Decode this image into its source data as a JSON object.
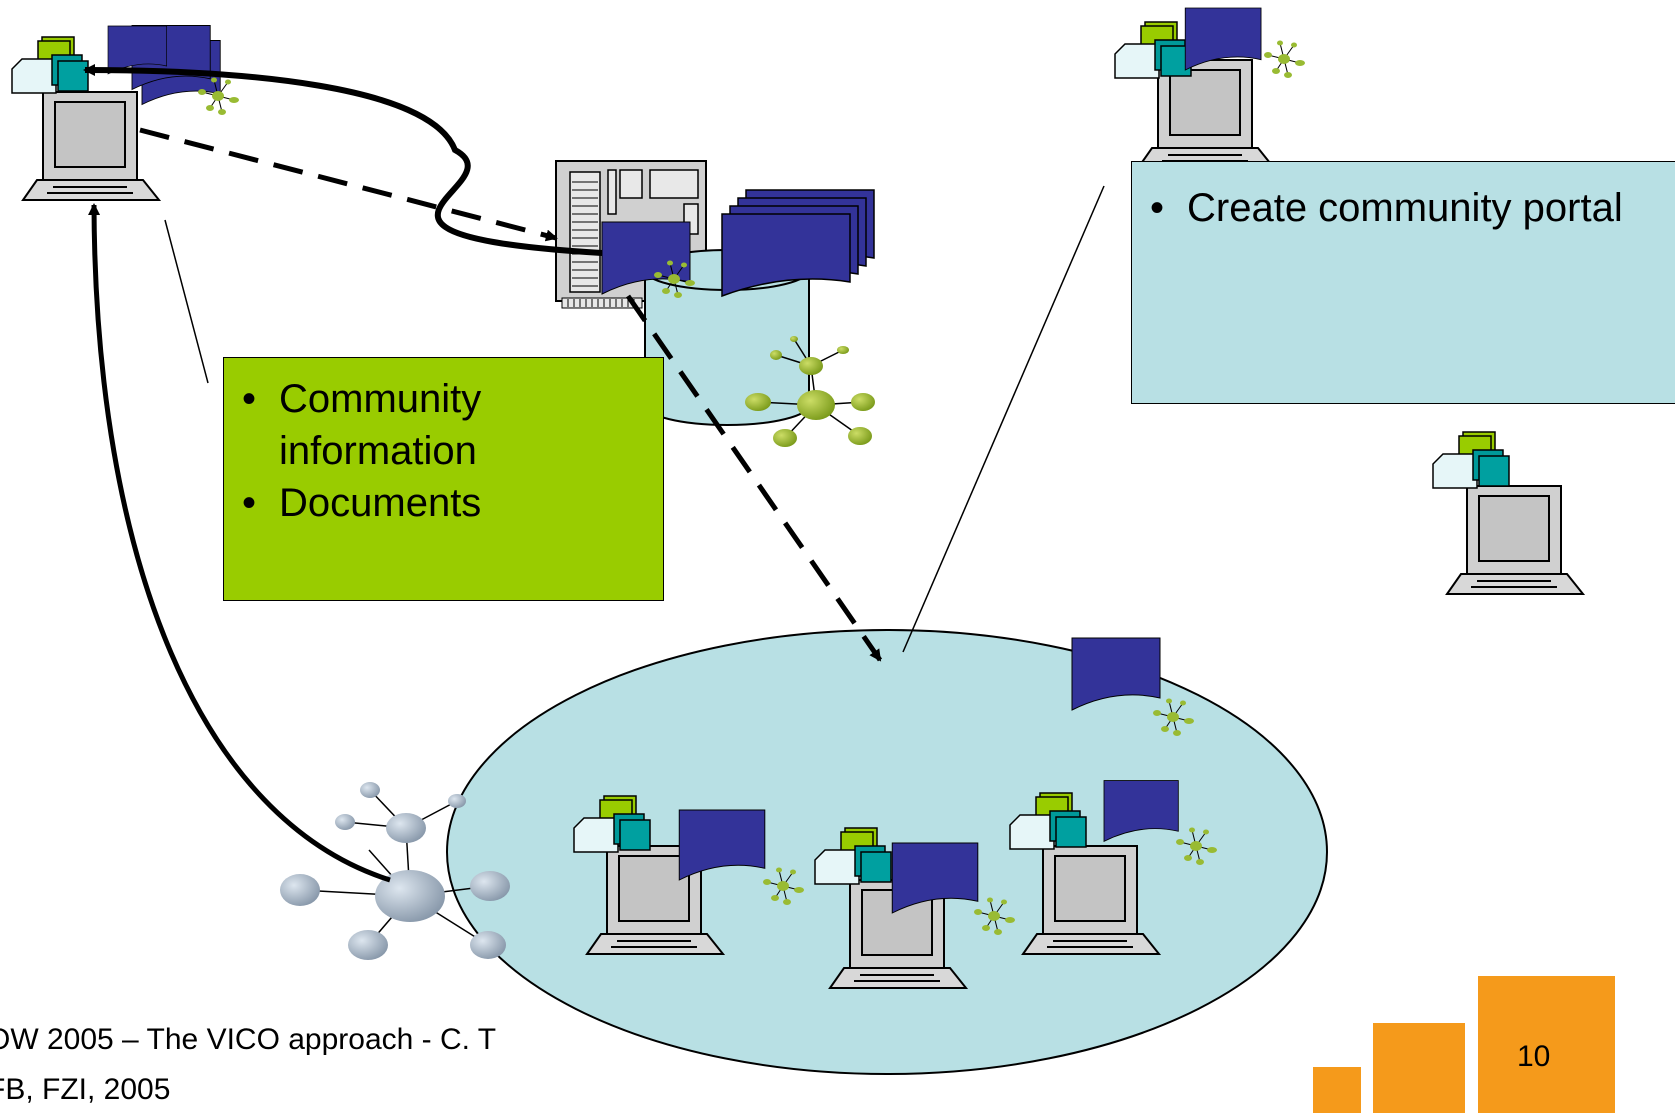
{
  "callouts": {
    "green": {
      "items": [
        "Community information",
        "Documents"
      ]
    },
    "blue": {
      "items": [
        "Create community portal"
      ]
    }
  },
  "footer": {
    "line1": "OW 2005 – The VICO approach - C. T",
    "line2": "FB, FZI, 2005"
  },
  "page_number": "10",
  "colors": {
    "green_callout": "#99cc00",
    "blue_callout": "#b8e0e4",
    "ellipse_fill": "#b8e0e4",
    "document": "#333399",
    "node_green": "#99bb33",
    "node_gray": "#a9b6c6",
    "orange_block": "#f59a1b"
  },
  "icons": [
    "laptop-icon",
    "server-icon",
    "database-icon",
    "document-icon",
    "network-node-icon",
    "folder-stack-icon"
  ]
}
